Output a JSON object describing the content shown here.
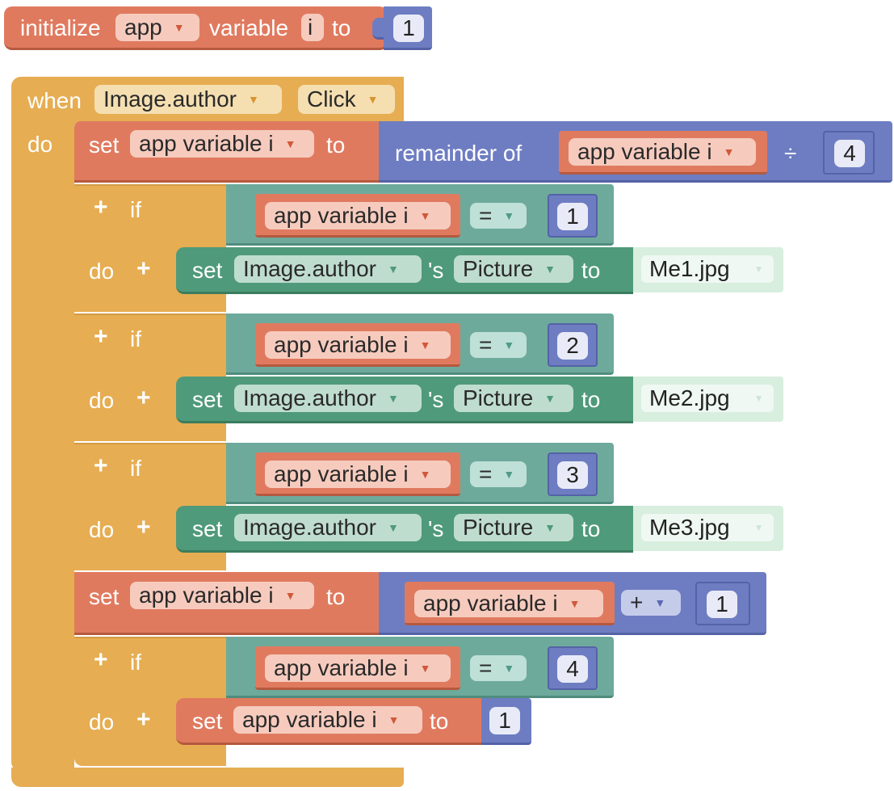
{
  "init": {
    "initialize": "initialize",
    "scope": "app",
    "variable": "variable",
    "name": "i",
    "to": "to",
    "value": "1"
  },
  "event": {
    "when": "when",
    "component": "Image.author",
    "event": "Click",
    "do": "do"
  },
  "labels": {
    "set": "set",
    "to": "to",
    "if": "if",
    "do": "do",
    "possessive": "'s",
    "plus": "+"
  },
  "remainder": {
    "label": "remainder of",
    "operand": "app variable i",
    "op": "÷",
    "divisor": "4"
  },
  "var_field": "app variable i",
  "property": "Picture",
  "component": "Image.author",
  "eq_op": "=",
  "plus_op": "+",
  "ifs": [
    {
      "compare": "1",
      "image": "Me1.jpg"
    },
    {
      "compare": "2",
      "image": "Me2.jpg"
    },
    {
      "compare": "3",
      "image": "Me3.jpg"
    }
  ],
  "increment": {
    "operand": "app variable i",
    "op": "+",
    "amount": "1"
  },
  "reset_if": {
    "compare": "4",
    "set_value": "1"
  },
  "colors": {
    "variables": "#E07A5F",
    "math": "#6E7DC2",
    "control": "#E6AD52",
    "logic": "#6DAA9C",
    "component": "#4F9A7A",
    "text": "#D8EEDF"
  },
  "icons": {
    "dropdown": "chevron-down-icon",
    "mutator": "plus-icon"
  }
}
